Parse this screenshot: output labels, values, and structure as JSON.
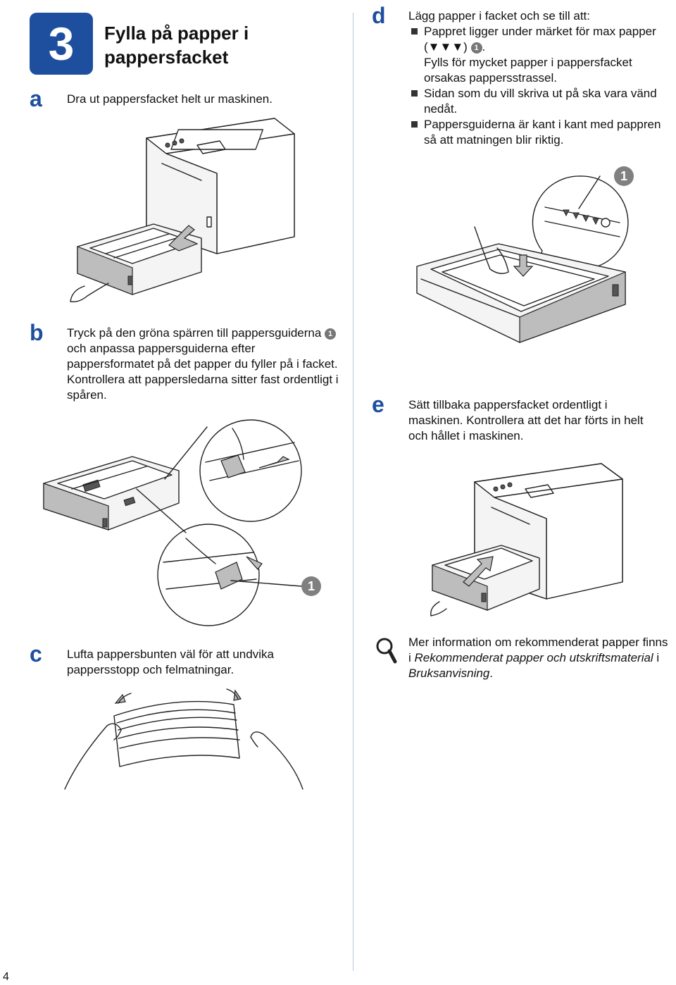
{
  "header": {
    "step_number": "3",
    "title": "Fylla på papper i pappersfacket"
  },
  "steps": {
    "a": {
      "letter": "a",
      "text": "Dra ut pappersfacket helt ur maskinen."
    },
    "b": {
      "letter": "b",
      "text_1": "Tryck på den gröna spärren till pappersguiderna",
      "callout": "1",
      "text_2": "och anpassa pappersguiderna efter pappersformatet på det papper du fyller på i facket. Kontrollera att pappersledarna sitter fast ordentligt i spåren."
    },
    "c": {
      "letter": "c",
      "text": "Lufta pappersbunten väl för att undvika pappersstopp och felmatningar."
    },
    "d": {
      "letter": "d",
      "intro": "Lägg papper i facket och se till att:",
      "bullet_1_text": "Pappret ligger under märket för max papper (▼▼▼)",
      "bullet_1_callout": "1",
      "bullet_1_end": ".",
      "bullet_1_note": "Fylls för mycket papper i pappersfacket orsakas pappersstrassel.",
      "bullet_2_text": "Sidan som du vill skriva ut på ska vara vänd nedåt.",
      "bullet_3_text": "Pappersguiderna är kant i kant med pappren så att matningen blir riktig."
    },
    "e": {
      "letter": "e",
      "text": "Sätt tillbaka pappersfacket ordentligt i maskinen. Kontrollera att det har förts in helt och hållet i maskinen."
    }
  },
  "figures": {
    "b_callout": "1",
    "d_callout": "1"
  },
  "note": {
    "icon": "magnifier-icon",
    "text_1": "Mer information om rekommenderat papper finns i ",
    "italic_1": "Rekommenderat papper och utskriftsmaterial",
    "text_2": " i ",
    "italic_2": "Bruksanvisning",
    "text_3": "."
  },
  "footer": {
    "page_number": "4"
  },
  "colors": {
    "accent": "#1e4f9f",
    "callout": "#808080"
  }
}
